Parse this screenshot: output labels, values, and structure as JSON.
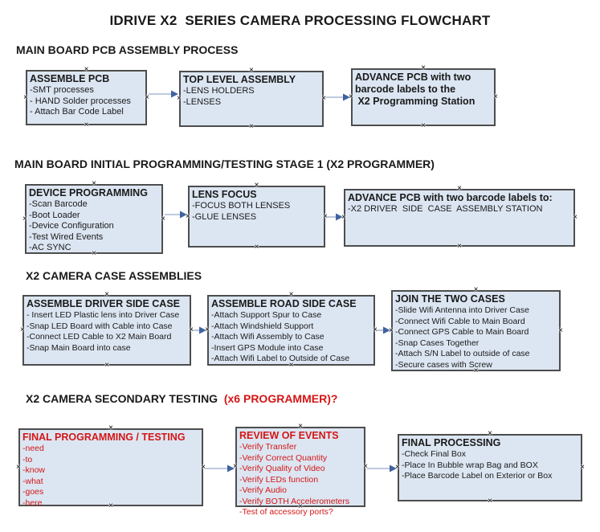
{
  "title": "IDRIVE X2  SERIES CAMERA PROCESSING FLOWCHART",
  "colors": {
    "box-fill": "#dce6f2",
    "box-border": "#4d4d4d",
    "arrow-line": "#a9b9d2",
    "arrow-head": "#3f63a0",
    "red": "#d41616",
    "text": "#1a1a1a"
  },
  "icons": {
    "connection_marker": "×"
  },
  "sections": [
    {
      "heading": "MAIN BOARD PCB ASSEMBLY PROCESS",
      "boxes": [
        {
          "title": "ASSEMBLE PCB",
          "items": [
            "-SMT processes",
            "- HAND Solder processes",
            "- Attach Bar Code Label"
          ]
        },
        {
          "title": "TOP LEVEL ASSEMBLY",
          "items": [
            "-LENS HOLDERS",
            "-LENSES"
          ]
        },
        {
          "title_lines": [
            "ADVANCE PCB with two",
            "barcode labels to the",
            " X2 Programming Station"
          ],
          "items": []
        }
      ]
    },
    {
      "heading": "MAIN BOARD INITIAL PROGRAMMING/TESTING STAGE 1 (X2 PROGRAMMER)",
      "boxes": [
        {
          "title": "DEVICE PROGRAMMING",
          "items": [
            "-Scan Barcode",
            "-Boot Loader",
            "-Device Configuration",
            "-Test Wired Events",
            "-AC SYNC"
          ]
        },
        {
          "title": "LENS FOCUS",
          "items": [
            "-FOCUS BOTH LENSES",
            "-GLUE LENSES"
          ]
        },
        {
          "title": "ADVANCE PCB with two barcode labels to:",
          "items": [
            "-X2 DRIVER  SIDE  CASE  ASSEMBLY STATION"
          ]
        }
      ]
    },
    {
      "heading": "X2 CAMERA CASE ASSEMBLIES",
      "boxes": [
        {
          "title": "ASSEMBLE DRIVER SIDE CASE",
          "items": [
            "- Insert LED Plastic lens into Driver Case",
            "-Snap LED Board with Cable into Case",
            "-Connect LED Cable to X2 Main Board",
            "-Snap Main Board into case"
          ]
        },
        {
          "title": "ASSEMBLE ROAD SIDE CASE",
          "items": [
            "-Attach Support Spur to Case",
            "-Attach Windshield Support",
            "-Attach Wifi Assembly to Case",
            "-Insert GPS Module into Case",
            "-Attach Wifi Label to Outside of Case"
          ]
        },
        {
          "title": "JOIN THE TWO CASES",
          "items": [
            "-Slide Wifi Antenna into Driver Case",
            "-Connect Wifi Cable to Main Board",
            "-Connect GPS Cable to Main Board",
            "-Snap Cases Together",
            "-Attach S/N Label to outside of case",
            "-Secure cases with Screw"
          ]
        }
      ]
    },
    {
      "heading": "X2 CAMERA SECONDARY TESTING  ",
      "heading_suffix": "(x6 PROGRAMMER)?",
      "boxes": [
        {
          "title": "FINAL PROGRAMMING / TESTING",
          "items": [
            "-need",
            "-to",
            "-know",
            "-what",
            "-goes",
            "-here"
          ]
        },
        {
          "title": "REVIEW OF EVENTS",
          "items": [
            "-Verify Transfer",
            "-Verify Correct Quantity",
            "-Verify Quality of Video",
            "-Verify LEDs function",
            "-Verify Audio",
            "-Verify BOTH Accelerometers",
            "-Test of accessory ports?"
          ]
        },
        {
          "title": "FINAL PROCESSING",
          "items": [
            "-Check Final Box",
            "-Place In Bubble wrap Bag and BOX",
            "-Place Barcode Label on Exterior or Box"
          ]
        }
      ]
    }
  ]
}
